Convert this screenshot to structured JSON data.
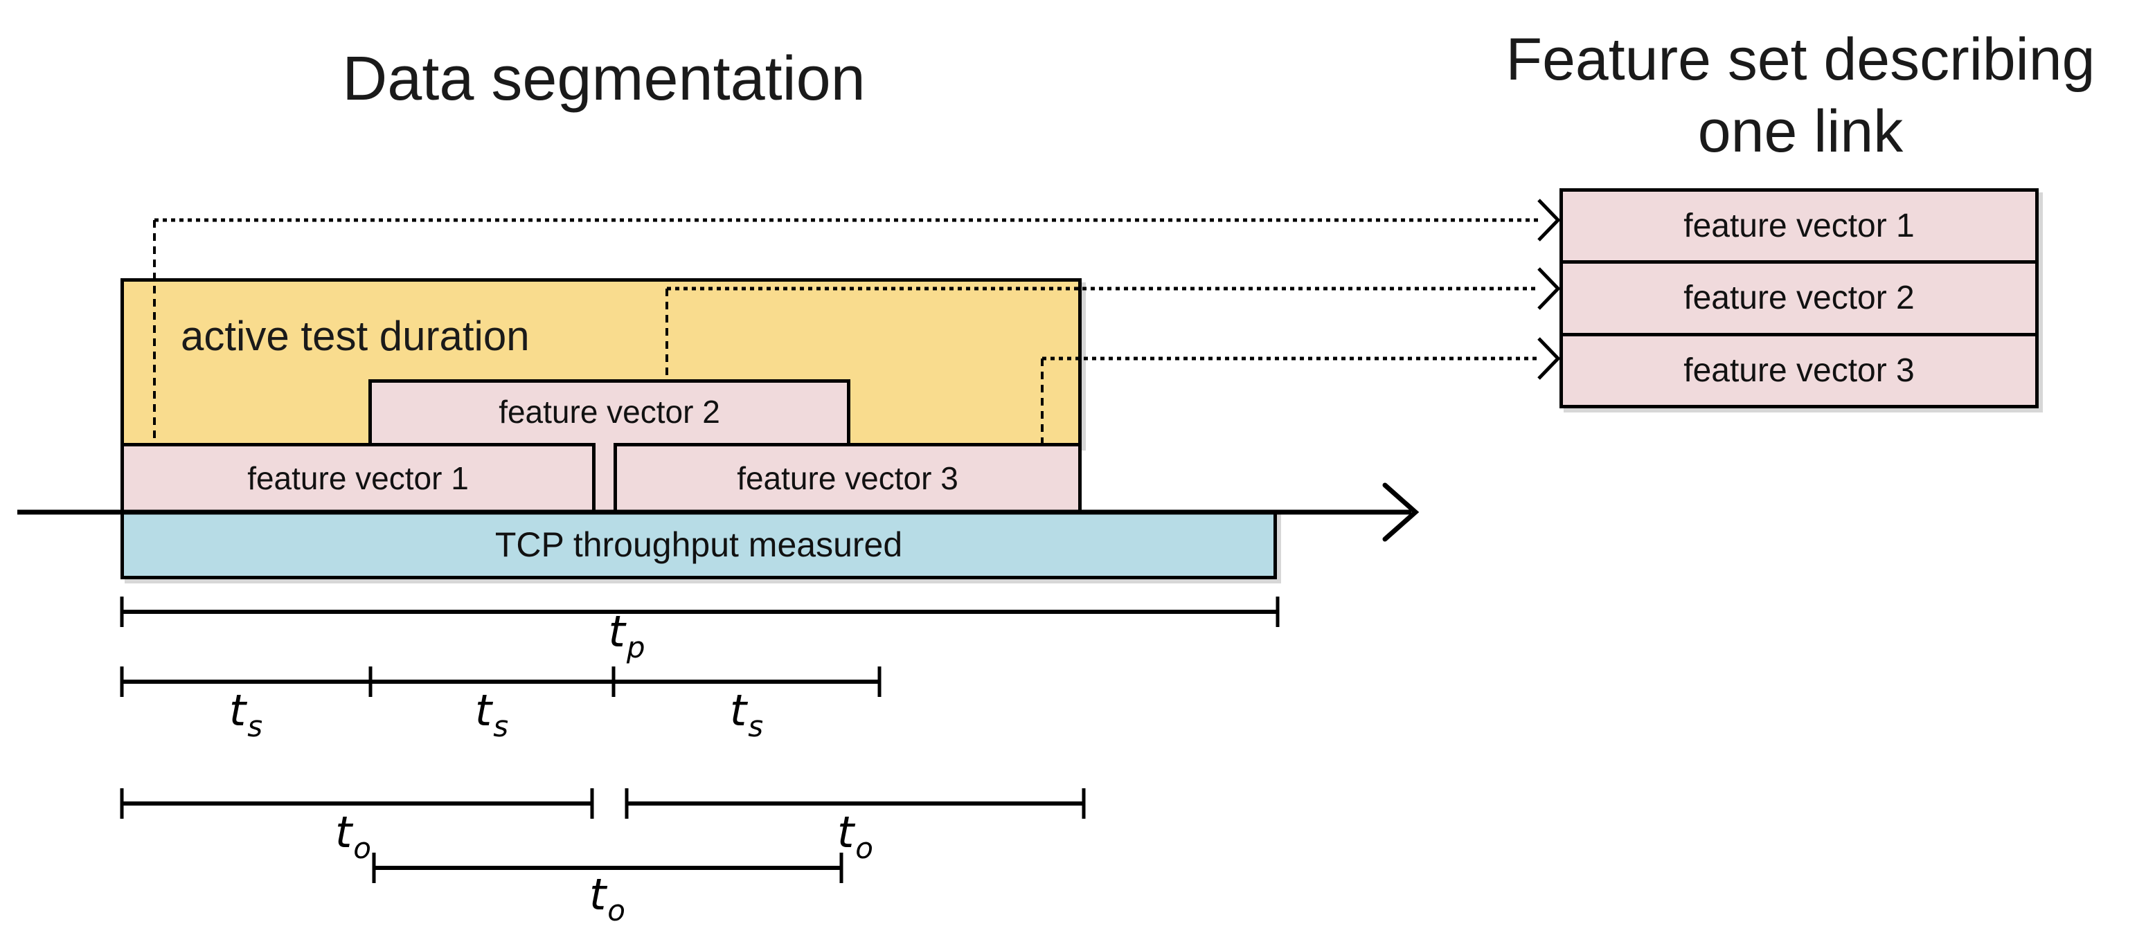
{
  "titles": {
    "left": "Data segmentation",
    "right": "Feature set describing one link"
  },
  "timeline": {
    "active_label": "active test duration",
    "segments": [
      {
        "label": "feature vector 1"
      },
      {
        "label": "feature vector 2"
      },
      {
        "label": "feature vector 3"
      }
    ],
    "tcp_label": "TCP throughput measured"
  },
  "feature_set": {
    "items": [
      "feature vector 1",
      "feature vector 2",
      "feature vector 3"
    ]
  },
  "time_markers": {
    "tp": {
      "base": "t",
      "sub": "p"
    },
    "ts": {
      "base": "t",
      "sub": "s"
    },
    "to": {
      "base": "t",
      "sub": "o"
    }
  },
  "colors": {
    "active_fill": "#F9DC8E",
    "vector_fill": "#F0DADC",
    "tcp_fill": "#B7DCE6",
    "line": "#000000"
  }
}
